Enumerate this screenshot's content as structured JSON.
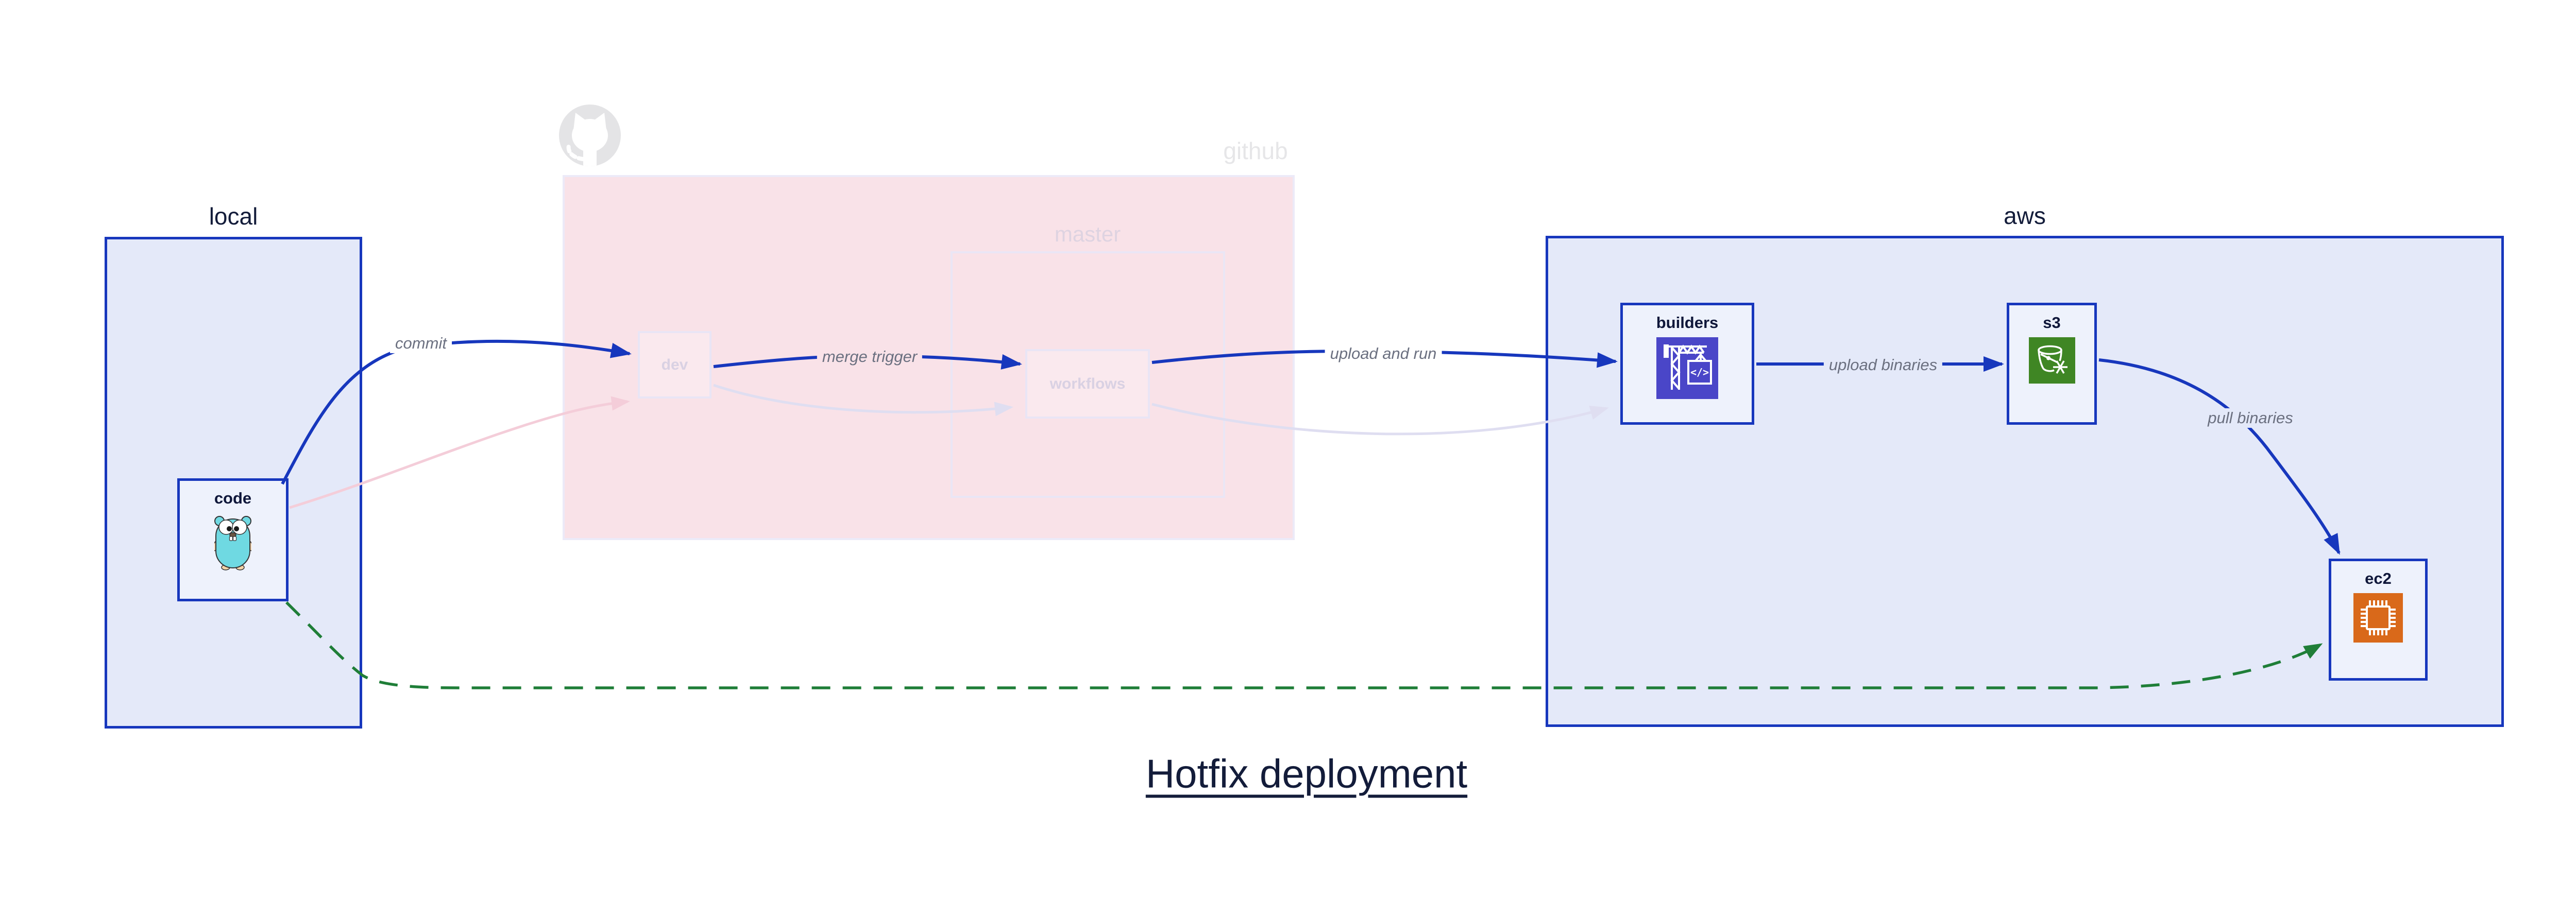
{
  "title": {
    "text": "Hotfix deployment"
  },
  "containers": {
    "local": {
      "label": "local"
    },
    "github": {
      "label": "github",
      "master": {
        "label": "master"
      }
    },
    "aws": {
      "label": "aws"
    }
  },
  "nodes": {
    "code": {
      "label": "code",
      "icon": "go-gopher-icon"
    },
    "dev": {
      "label": "dev"
    },
    "workflows": {
      "label": "workflows"
    },
    "builders": {
      "label": "builders",
      "icon": "codebuild-crane-icon"
    },
    "s3": {
      "label": "s3",
      "icon": "s3-glacier-bucket-icon"
    },
    "ec2": {
      "label": "ec2",
      "icon": "ec2-chip-icon"
    }
  },
  "edges": {
    "commit": {
      "label": "commit",
      "style": "solid-blue"
    },
    "merge_trigger": {
      "label": "merge trigger",
      "style": "solid-blue"
    },
    "upload_and_run": {
      "label": "upload and run",
      "style": "solid-blue"
    },
    "upload_binaries": {
      "label": "upload binaries",
      "style": "solid-blue"
    },
    "pull_binaries": {
      "label": "pull binaries",
      "style": "solid-blue"
    },
    "hotfix_path": {
      "label": "",
      "style": "dashed-green"
    },
    "faded_commit_path": {
      "label": "",
      "style": "faded-pink"
    },
    "faded_dev_to_workflows": {
      "label": "",
      "style": "faded-lavender"
    },
    "faded_workflows_to_builders": {
      "label": "",
      "style": "faded-lavender"
    }
  },
  "colors": {
    "accent_blue": "#1737bd",
    "container_fill": "#e4e9f9",
    "node_fill": "#eef2fc",
    "github_zone_pink": "#f9e2e8",
    "faded_outline": "#e9e5f5",
    "faded_text": "#d9d1e3",
    "github_gray": "#e6e6e8",
    "edge_label_gray": "#6b7080",
    "hotfix_green": "#1f7e38",
    "faded_pink_edge": "#f4cdd9",
    "faded_lavender_edge": "#dfdef1",
    "codebuild_indigo": "#4a46c8",
    "s3_glacier_green": "#3f8624",
    "ec2_orange": "#d9691a",
    "gopher_teal": "#6fd9e2",
    "title_navy": "#131c3a"
  }
}
